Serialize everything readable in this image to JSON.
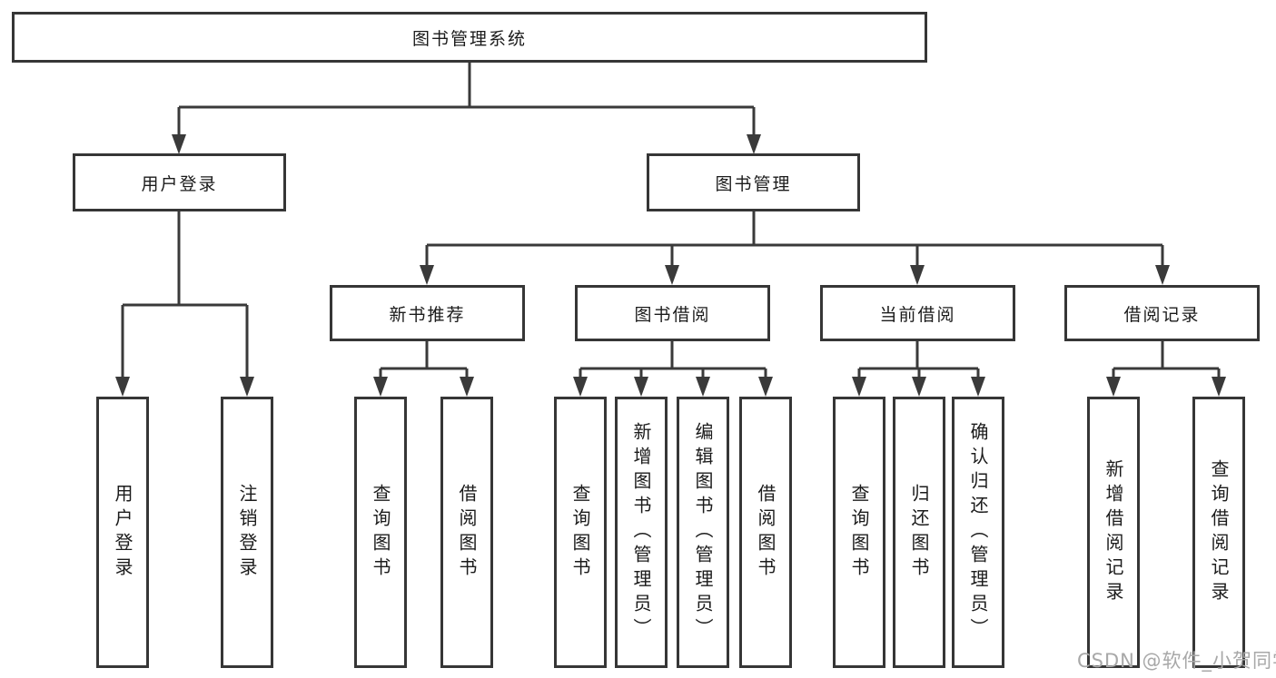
{
  "title": "图书管理系统",
  "watermark": "CSDN @软件_小贺同学",
  "colors": {
    "line": "#3a3a3a",
    "box_border": "#363636",
    "text": "#1b1b1b",
    "watermark": "#a8a8a8",
    "background": "#ffffff"
  },
  "root": {
    "label": "图书管理系统"
  },
  "level1": [
    {
      "label": "用户登录"
    },
    {
      "label": "图书管理"
    }
  ],
  "level2": [
    {
      "label": "新书推荐",
      "parent": "图书管理"
    },
    {
      "label": "图书借阅",
      "parent": "图书管理"
    },
    {
      "label": "当前借阅",
      "parent": "图书管理"
    },
    {
      "label": "借阅记录",
      "parent": "图书管理"
    }
  ],
  "leaves": [
    {
      "label": "用户登录",
      "parent": "用户登录"
    },
    {
      "label": "注销登录",
      "parent": "用户登录"
    },
    {
      "label": "查询图书",
      "parent": "新书推荐"
    },
    {
      "label": "借阅图书",
      "parent": "新书推荐"
    },
    {
      "label": "查询图书",
      "parent": "图书借阅"
    },
    {
      "label": "新增图书（管理员）",
      "parent": "图书借阅"
    },
    {
      "label": "编辑图书（管理员）",
      "parent": "图书借阅"
    },
    {
      "label": "借阅图书",
      "parent": "图书借阅"
    },
    {
      "label": "查询图书",
      "parent": "当前借阅"
    },
    {
      "label": "归还图书",
      "parent": "当前借阅"
    },
    {
      "label": "确认归还（管理员）",
      "parent": "当前借阅"
    },
    {
      "label": "新增借阅记录",
      "parent": "借阅记录"
    },
    {
      "label": "查询借阅记录",
      "parent": "借阅记录"
    }
  ]
}
